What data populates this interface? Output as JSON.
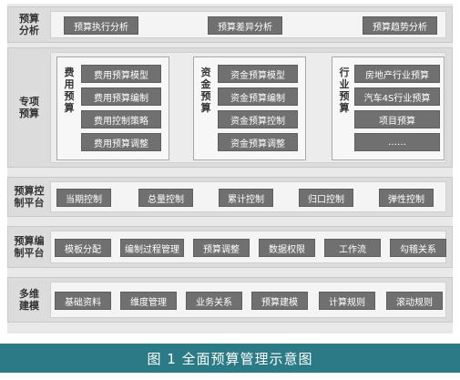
{
  "rows": {
    "analysis": {
      "label": "预算\n分析",
      "items": [
        "预算执行分析",
        "预算差异分析",
        "预算趋势分析"
      ]
    },
    "special": {
      "label": "专项\n预算",
      "groups": [
        {
          "label": "费\n用\n预\n算",
          "items": [
            "费用预算模型",
            "费用预算编制",
            "费用控制策略",
            "费用预算调整"
          ]
        },
        {
          "label": "资\n金\n预\n算",
          "items": [
            "资金预算模型",
            "资金预算编制",
            "资金预算控制",
            "资金预算调整"
          ]
        },
        {
          "label": "行\n业\n预\n算",
          "items": [
            "房地产行业预算",
            "汽车4S行业预算",
            "项目预算",
            "……"
          ]
        }
      ]
    },
    "control": {
      "label": "预算控\n制平台",
      "items": [
        "当期控制",
        "总量控制",
        "累计控制",
        "归口控制",
        "弹性控制"
      ]
    },
    "compile": {
      "label": "预算编\n制平台",
      "items": [
        "模板分配",
        "编制过程管理",
        "预算调整",
        "数据权限",
        "工作流",
        "勾稽关系"
      ]
    },
    "modeling": {
      "label": "多维\n建模",
      "items": [
        "基础资料",
        "维度管理",
        "业务关系",
        "预算建模",
        "计算规则",
        "滚动规则"
      ]
    }
  },
  "caption": "图 1 全面预算管理示意图"
}
